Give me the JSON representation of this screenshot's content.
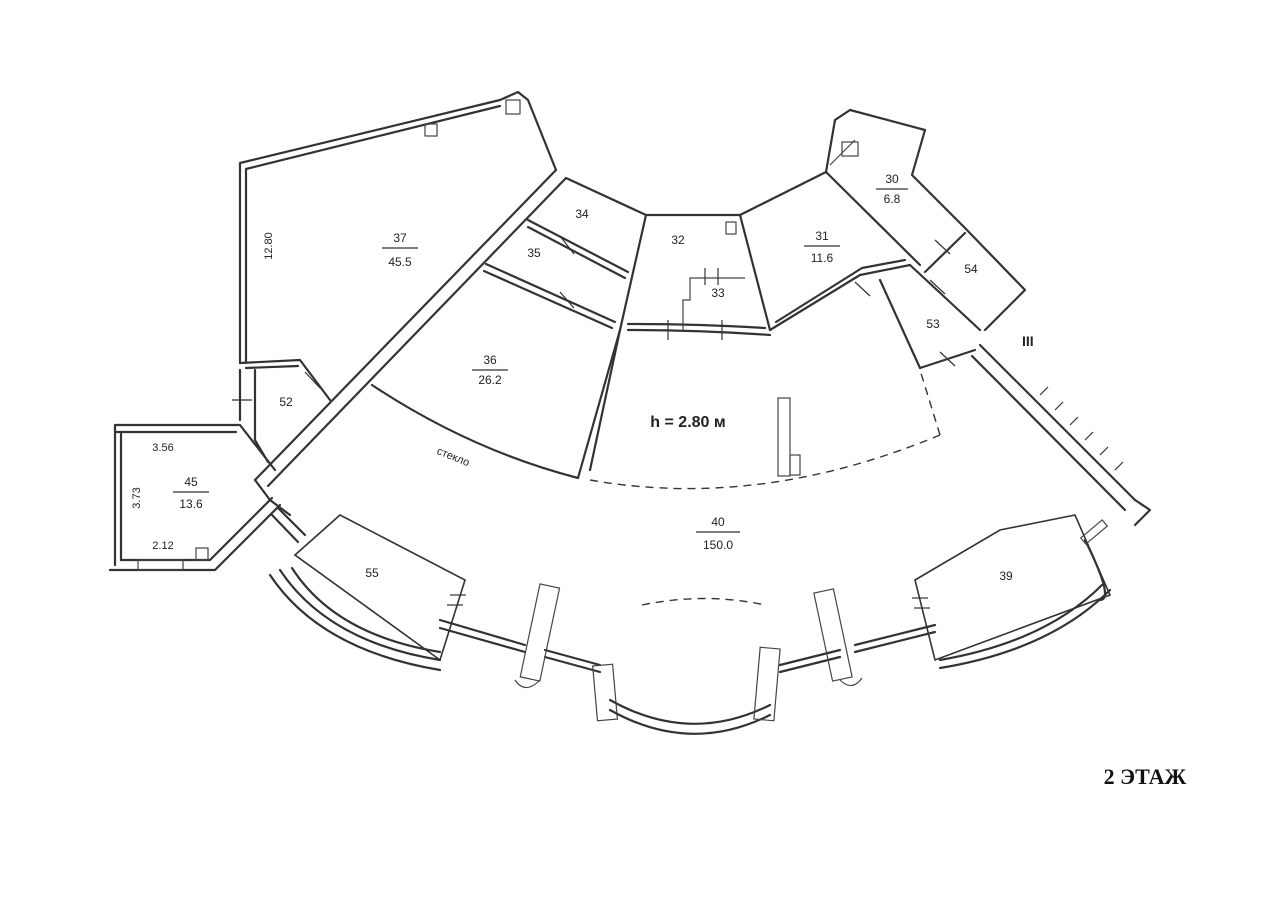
{
  "floor_title": "2 ЭТАЖ",
  "ceiling_height": "h = 2.80 м",
  "axis_label": "III",
  "glass_label": "стекло",
  "rooms": [
    {
      "number": "37",
      "area": "45.5"
    },
    {
      "number": "34",
      "area": ""
    },
    {
      "number": "35",
      "area": ""
    },
    {
      "number": "36",
      "area": "26.2"
    },
    {
      "number": "32",
      "area": ""
    },
    {
      "number": "33",
      "area": ""
    },
    {
      "number": "31",
      "area": "11.6"
    },
    {
      "number": "30",
      "area": "6.8"
    },
    {
      "number": "54",
      "area": ""
    },
    {
      "number": "53",
      "area": ""
    },
    {
      "number": "52",
      "area": ""
    },
    {
      "number": "45",
      "area": "13.6"
    },
    {
      "number": "40",
      "area": "150.0"
    },
    {
      "number": "55",
      "area": ""
    },
    {
      "number": "39",
      "area": ""
    }
  ],
  "dimensions": {
    "room37_height": "12.80",
    "room45_top": "3.56",
    "room45_side": "3.73",
    "room45_bottom": "2.12"
  }
}
